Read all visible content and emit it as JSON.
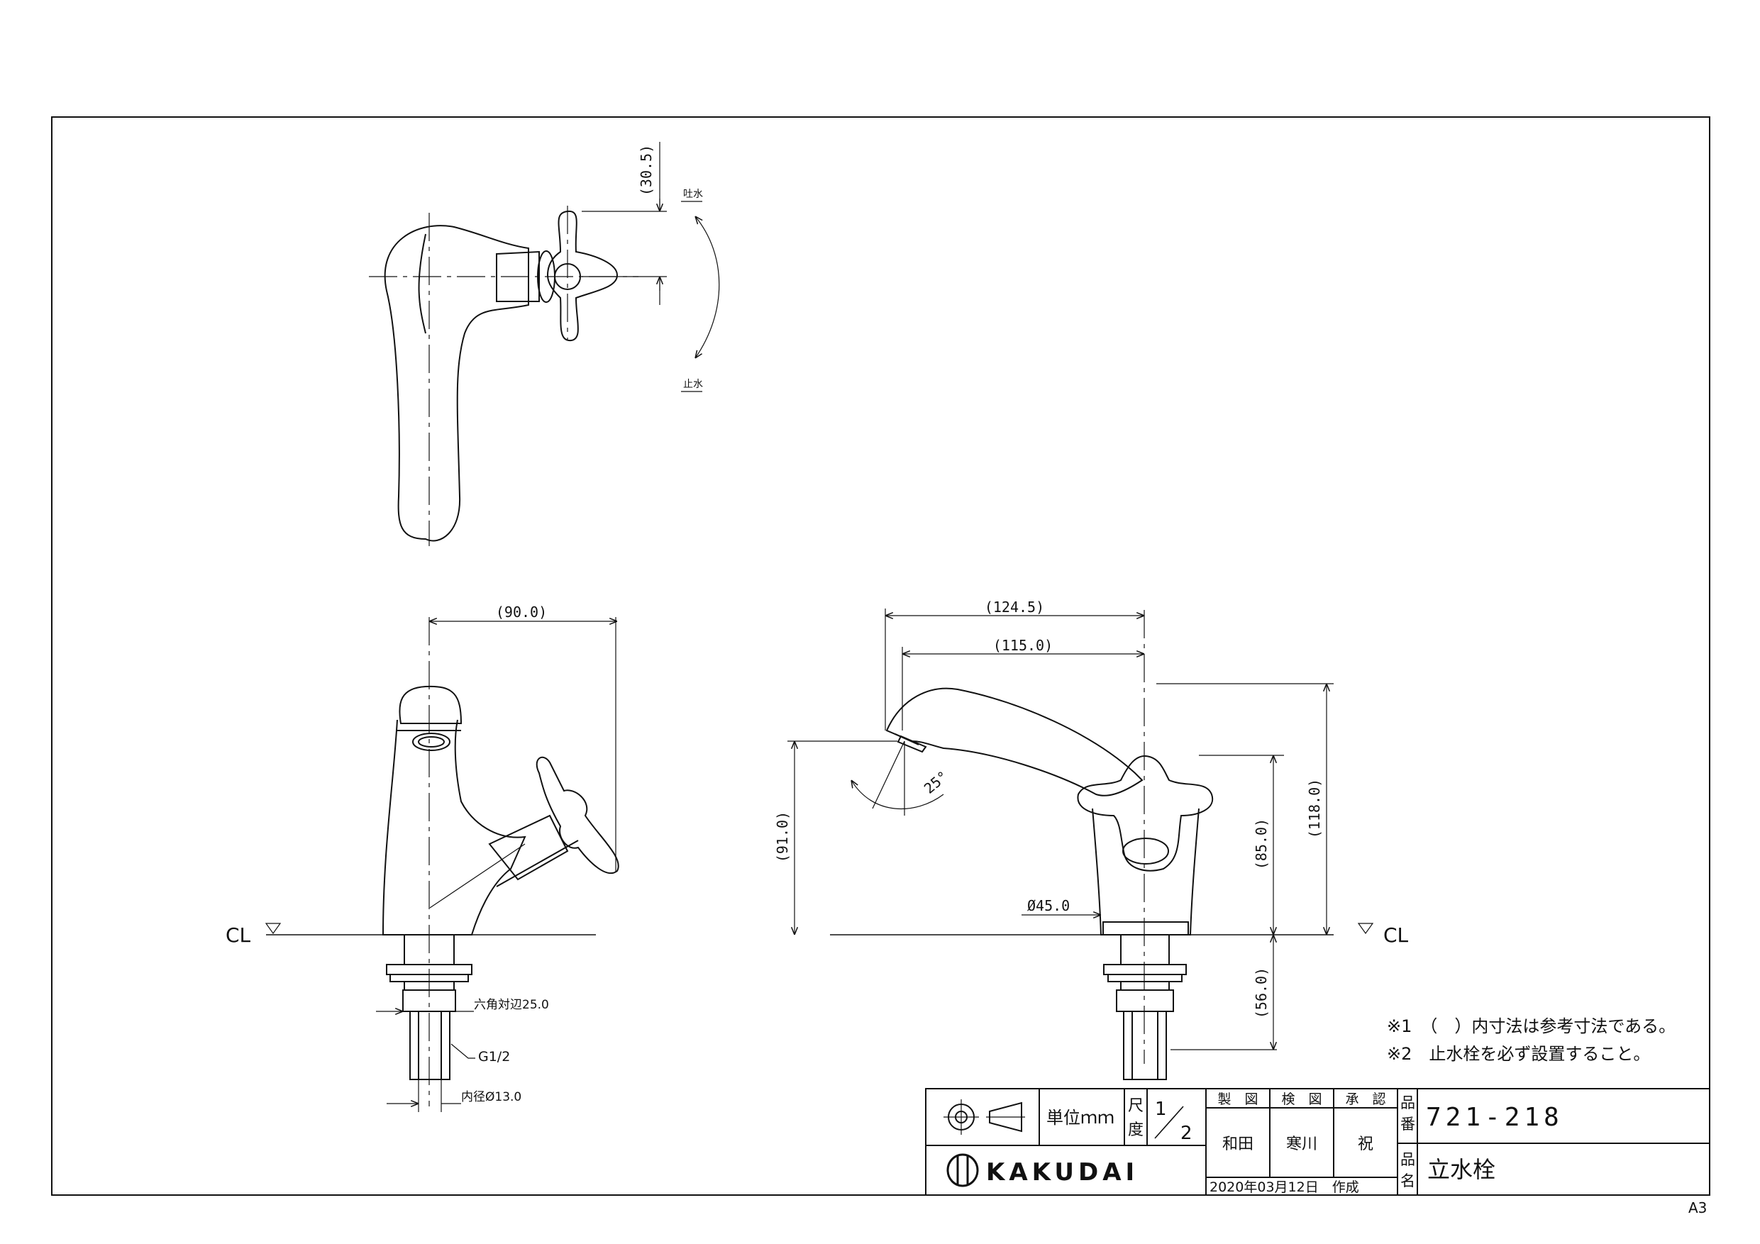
{
  "colors": {
    "ink": "#111111",
    "paper": "#ffffff"
  },
  "top_view": {
    "dim_height": "(30.5)",
    "label_open": "吐水",
    "label_close": "止水"
  },
  "side_view": {
    "dim_width": "(90.0)",
    "cl_label": "CL",
    "hex_label": "六角対辺25.0",
    "thread_label": "G1/2",
    "inner_label": "内径Ø13.0"
  },
  "front_view": {
    "dim_total": "(124.5)",
    "dim_spout": "(115.0)",
    "dim_angle": "25°",
    "dim_height_left": "(91.0)",
    "dim_height_85": "(85.0)",
    "dim_height_118": "(118.0)",
    "dim_base": "Ø45.0",
    "dim_shank": "(56.0)",
    "cl_label": "CL"
  },
  "notes": [
    "※1　（　）内寸法は参考寸法である。",
    "※2　止水栓を必ず設置すること。"
  ],
  "title_block": {
    "unit": "単位ｍｍ",
    "scale_label_1": "尺",
    "scale_label_2": "度",
    "scale_num": "1",
    "scale_den": "2",
    "drawn_header": "製　図",
    "checked_header": "検　図",
    "approved_header": "承　認",
    "drawn_by": "和田",
    "checked_by": "寒川",
    "approved_by": "祝",
    "date": "2020年03月12日　作成",
    "part_no_label_1": "品",
    "part_no_label_2": "番",
    "part_no": "721-218",
    "part_name_label_1": "品",
    "part_name_label_2": "名",
    "part_name": "立水栓",
    "company": "KAKUDAI"
  },
  "sheet_size": "A3"
}
